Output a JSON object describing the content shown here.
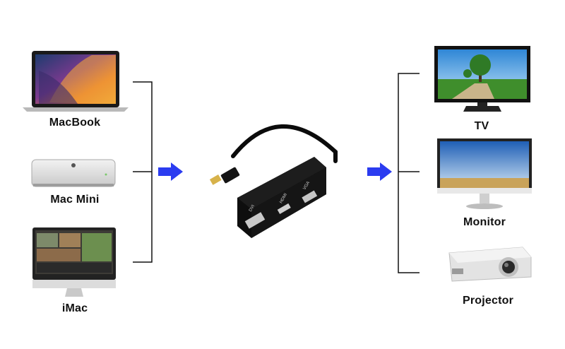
{
  "sources": [
    {
      "label": "MacBook",
      "icon": "laptop-icon"
    },
    {
      "label": "Mac Mini",
      "icon": "mac-mini-icon"
    },
    {
      "label": "iMac",
      "icon": "imac-icon"
    }
  ],
  "targets": [
    {
      "label": "TV",
      "icon": "tv-icon"
    },
    {
      "label": "Monitor",
      "icon": "monitor-icon"
    },
    {
      "label": "Projector",
      "icon": "projector-icon"
    }
  ],
  "adapter": {
    "icon": "adapter-icon",
    "ports": [
      "DVI",
      "HDMI",
      "VGA"
    ]
  },
  "colors": {
    "arrow": "#2b3cf0",
    "line": "#111111"
  }
}
